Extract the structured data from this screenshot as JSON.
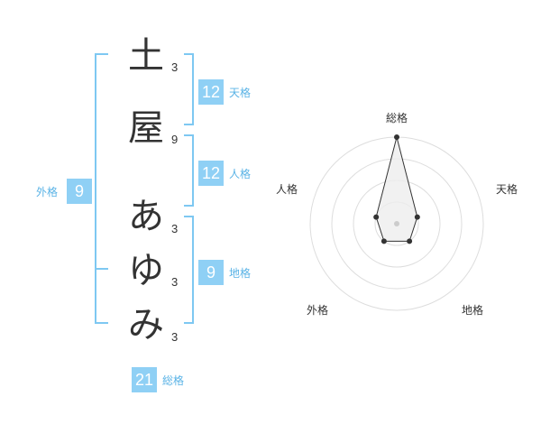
{
  "name": {
    "characters": [
      {
        "char": "土",
        "strokes": "3"
      },
      {
        "char": "屋",
        "strokes": "9"
      },
      {
        "char": "あ",
        "strokes": "3"
      },
      {
        "char": "ゆ",
        "strokes": "3"
      },
      {
        "char": "み",
        "strokes": "3"
      }
    ]
  },
  "fortune": {
    "tenkaku": {
      "value": "12",
      "label": "天格"
    },
    "jinkaku": {
      "value": "12",
      "label": "人格"
    },
    "chikaku": {
      "value": "9",
      "label": "地格"
    },
    "gaikaku": {
      "value": "9",
      "label": "外格"
    },
    "soukaku": {
      "value": "21",
      "label": "総格"
    }
  },
  "radar": {
    "axes": [
      "総格",
      "天格",
      "地格",
      "外格",
      "人格"
    ],
    "levels": 4,
    "values": [
      4,
      1,
      1,
      1,
      1
    ],
    "colors": {
      "ring": "#dddddd",
      "fill": "#eeeeee",
      "stroke": "#333333",
      "point": "#333333",
      "center": "#cccccc"
    }
  },
  "colors": {
    "accent": "#8fd0f5",
    "bracket": "#7ec8f2",
    "label": "#5ab3e6"
  }
}
